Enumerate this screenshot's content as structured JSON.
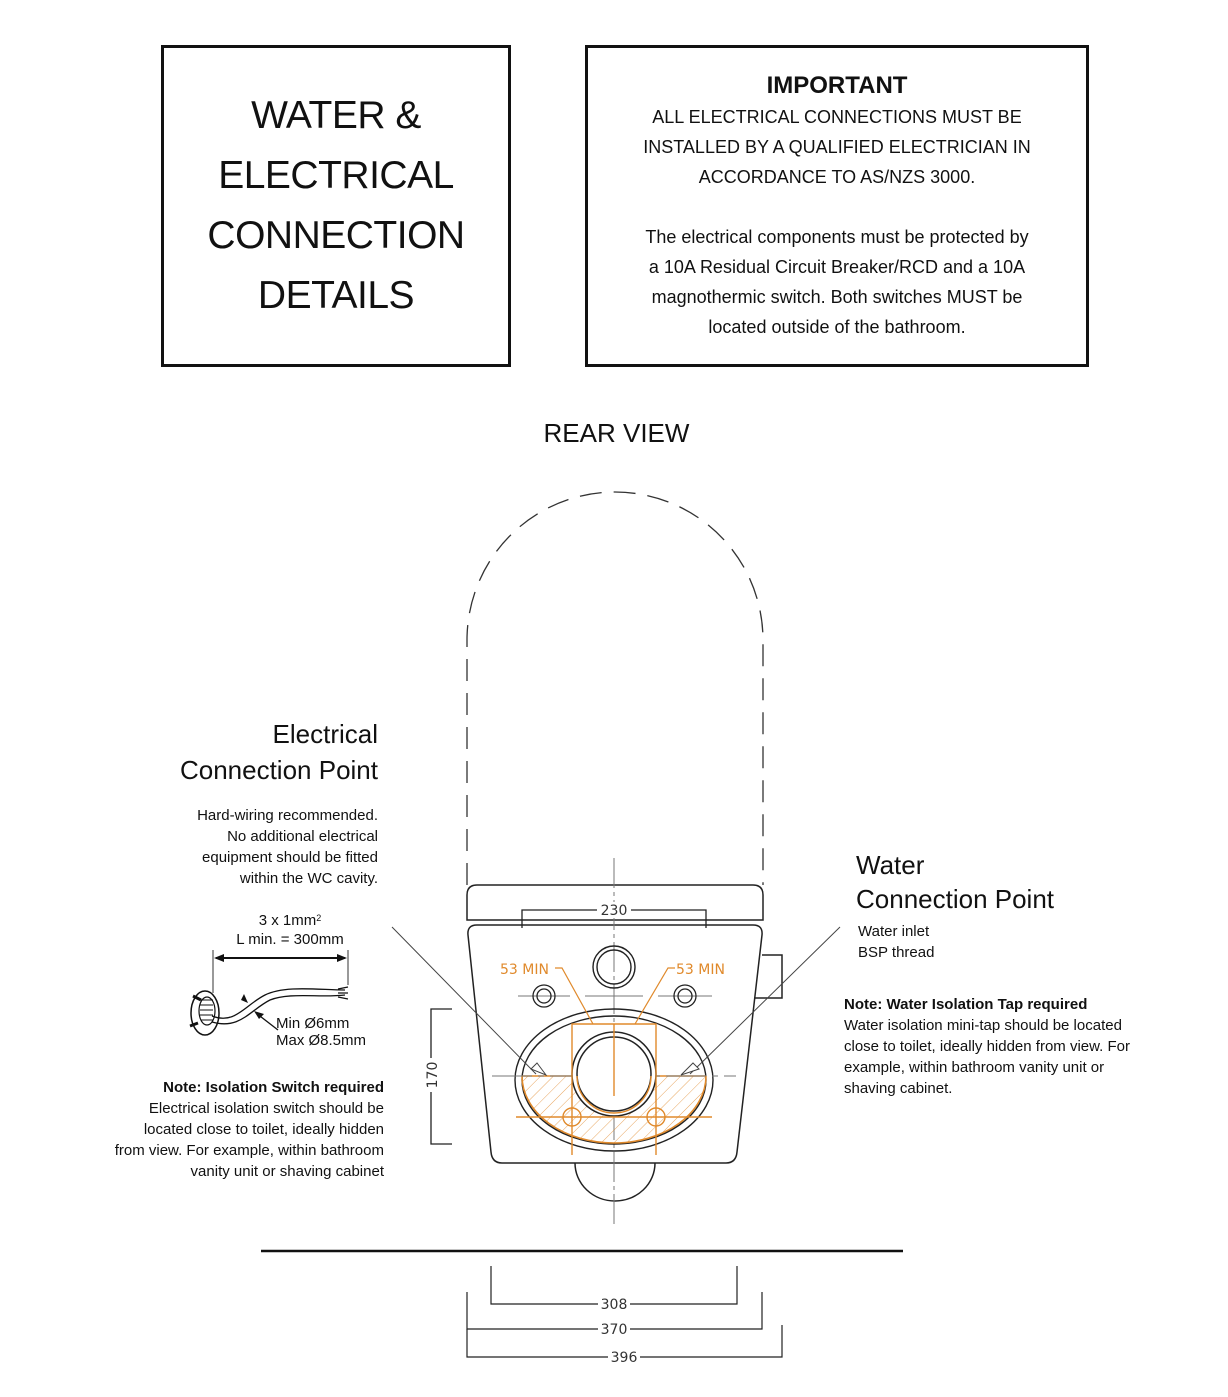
{
  "title_box": {
    "lines": [
      "WATER &",
      "ELECTRICAL",
      "CONNECTION",
      "DETAILS"
    ]
  },
  "important_box": {
    "heading": "IMPORTANT",
    "warning_lines": [
      "ALL ELECTRICAL CONNECTIONS MUST BE",
      "INSTALLED BY A QUALIFIED ELECTRICIAN IN",
      "ACCORDANCE TO AS/NZS 3000."
    ],
    "info_lines": [
      "The electrical components must be protected by",
      "a 10A Residual Circuit Breaker/RCD and a 10A",
      "magnothermic switch. Both switches MUST be",
      "located outside of the bathroom."
    ]
  },
  "diagram": {
    "view_label": "REAR VIEW",
    "colors": {
      "line": "#222222",
      "accent_orange": "#e08a2c",
      "centerline": "#777777"
    },
    "electrical": {
      "title_lines": [
        "Electrical",
        "Connection Point"
      ],
      "desc_lines": [
        "Hard-wiring recommended.",
        "No additional electrical",
        "equipment should be fitted",
        "within the WC cavity."
      ],
      "cable_spec_line1": "3 x 1mm",
      "cable_spec_sup": "2",
      "cable_spec_line2": "L min. = 300mm",
      "diameter_min": "Min Ø6mm",
      "diameter_max": "Max Ø8.5mm",
      "note_heading": "Note: Isolation Switch required",
      "note_lines": [
        "Electrical isolation switch should be",
        "located close to toilet, ideally hidden",
        "from view. For example, within bathroom",
        "vanity unit or shaving cabinet"
      ]
    },
    "water": {
      "title_lines": [
        "Water",
        "Connection Point"
      ],
      "desc_lines": [
        "Water inlet",
        "BSP thread"
      ],
      "note_heading": "Note: Water Isolation Tap required",
      "note_lines": [
        "Water isolation mini-tap should be located",
        "close to toilet, ideally hidden from view. For",
        "example, within bathroom vanity unit or",
        "shaving cabinet."
      ]
    },
    "dimensions": {
      "top_width": "230",
      "left_min": "53 MIN",
      "right_min": "53 MIN",
      "height": "170",
      "bottom_1": "308",
      "bottom_2": "370",
      "bottom_3": "396"
    }
  }
}
